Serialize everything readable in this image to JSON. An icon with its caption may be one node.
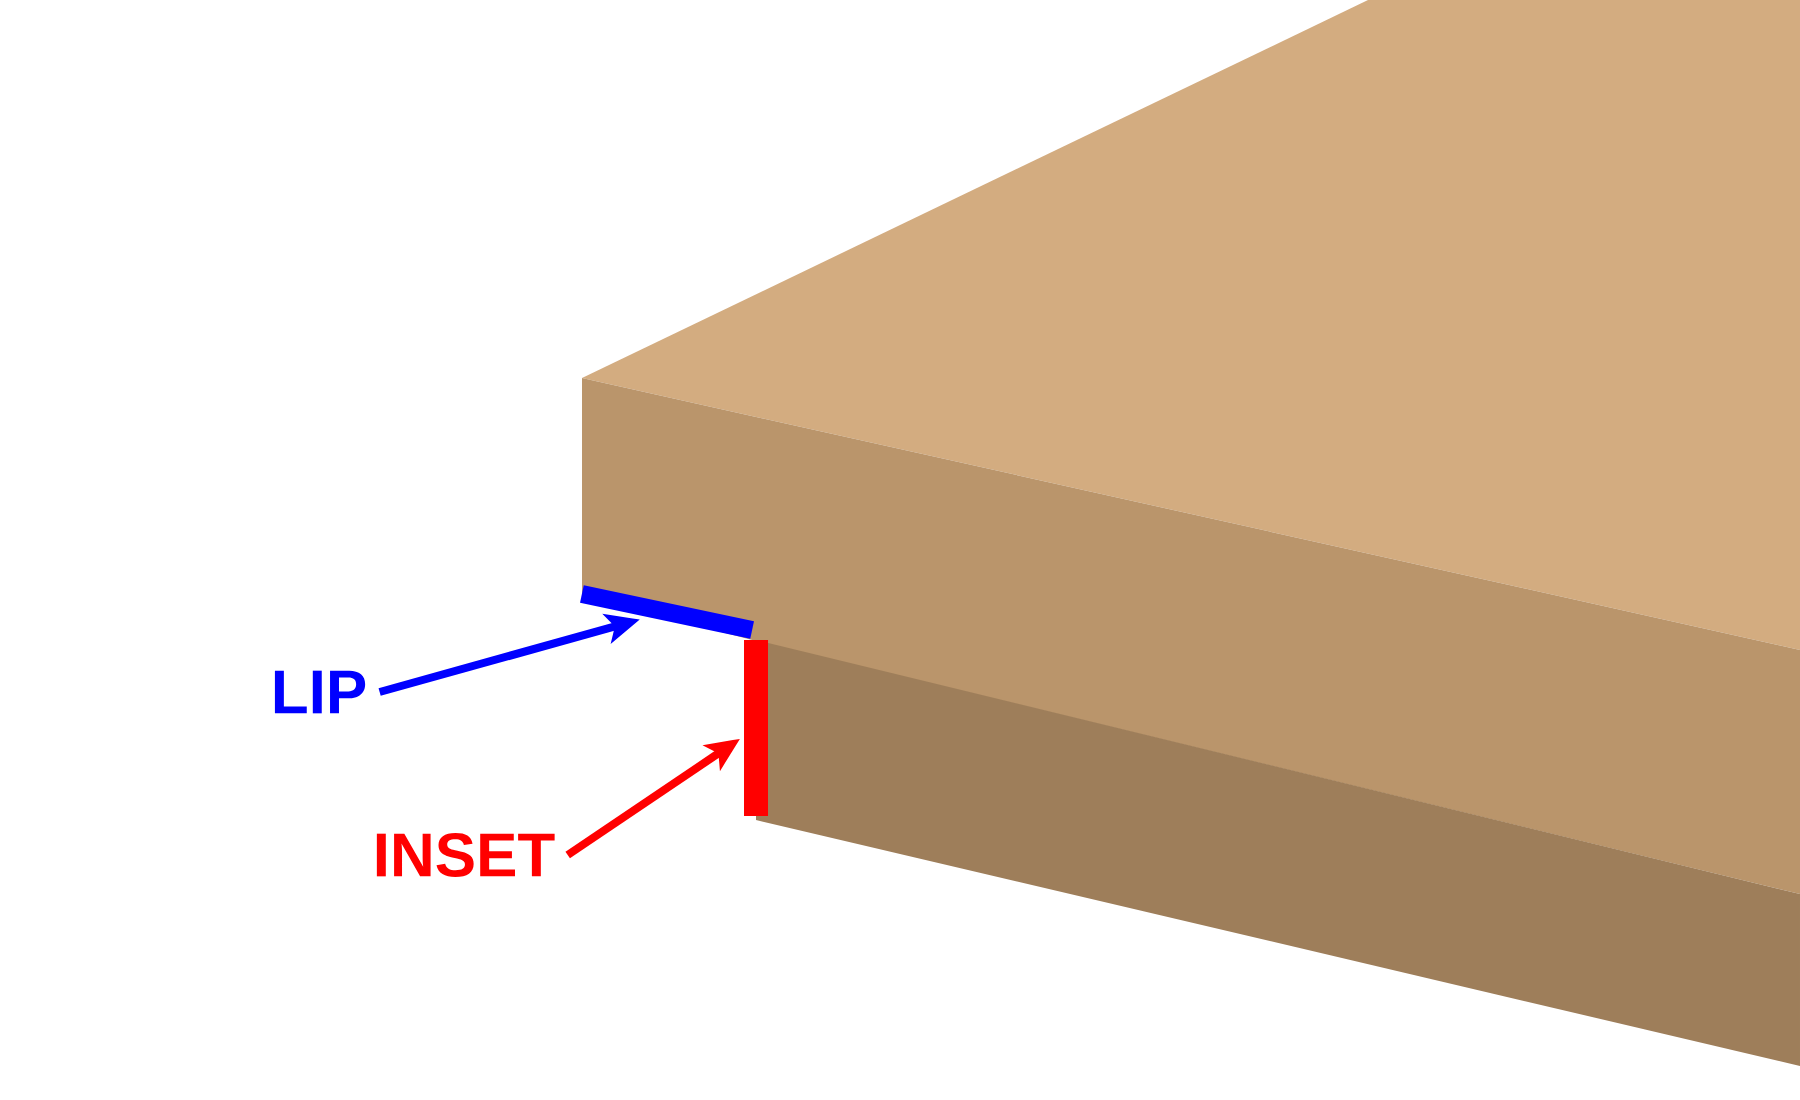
{
  "diagram": {
    "nodes": [
      {
        "text": [
          "LIP"
        ]
      },
      {
        "text": [],
        "shape": "bar"
      },
      {
        "text": [
          "INSET"
        ]
      },
      {
        "text": [],
        "shape": "bar"
      }
    ],
    "edges": [
      {
        "from": 0,
        "to": 1,
        "arrow": "to",
        "color": "#0000ff"
      },
      {
        "from": 2,
        "to": 3,
        "arrow": "to",
        "color": "#ff0000"
      }
    ]
  }
}
